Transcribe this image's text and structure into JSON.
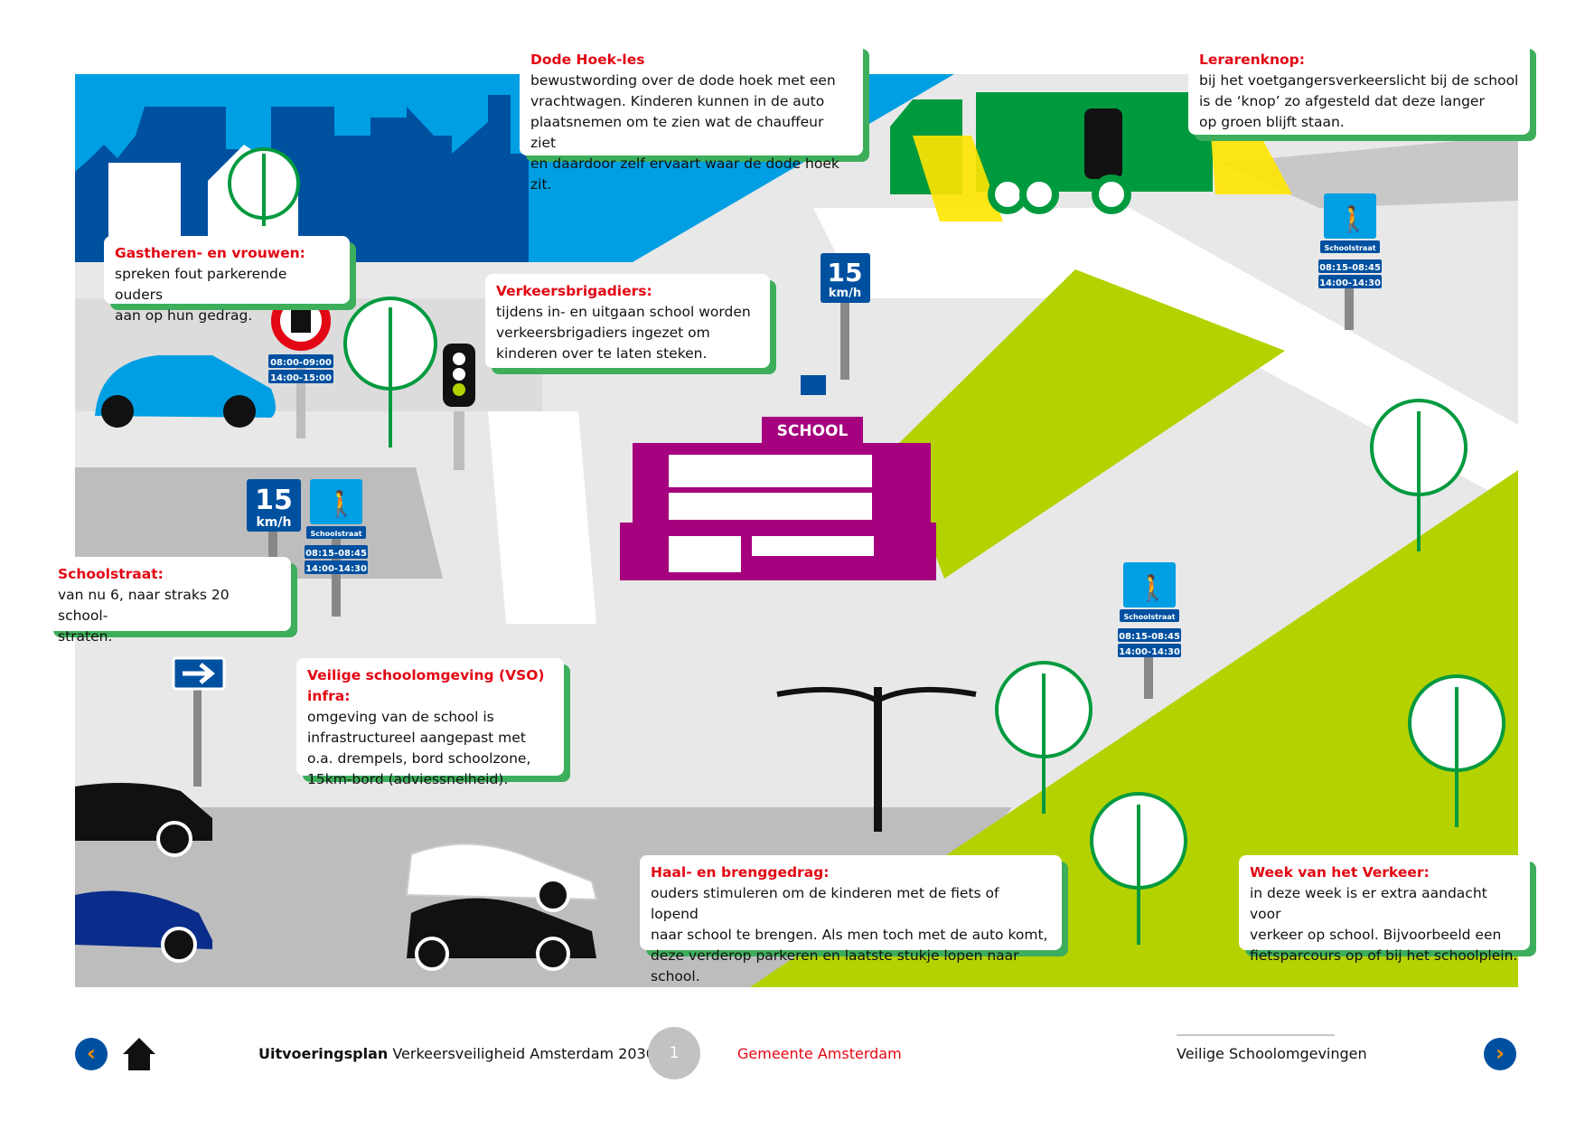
{
  "callouts": {
    "dode_hoek": {
      "title": "Dode Hoek-les",
      "text": "bewustwording over de dode hoek met een\nvrachtwagen. Kinderen kunnen in de auto\nplaatsnemen om te zien wat de chauffeur ziet\nen daardoor zelf ervaart waar de dode hoek zit."
    },
    "lerarenknop": {
      "title": "Lerarenknop:",
      "text": "bij het voetgangersverkeerslicht bij de school\nis de ‘knop’ zo afgesteld dat deze langer\nop groen blijft staan."
    },
    "gastheren": {
      "title": "Gastheren- en vrouwen:",
      "text": "spreken fout parkerende ouders\naan op hun gedrag."
    },
    "brigadiers": {
      "title": "Verkeersbrigadiers:",
      "text": "tijdens in- en uitgaan school worden\nverkeersbrigadiers ingezet om\nkinderen over te laten steken."
    },
    "schoolstraat": {
      "title": "Schoolstraat:",
      "text": "van nu 6, naar straks 20 school-\nstraten."
    },
    "vso": {
      "title": "Veilige schoolomgeving (VSO) infra:",
      "text": "omgeving van de school is\ninfrastructureel aangepast met\no.a. drempels, bord schoolzone,\n15km-bord (adviessnelheid)."
    },
    "haal": {
      "title": "Haal- en brenggedrag:",
      "text": "ouders stimuleren om de kinderen met de fiets of lopend\nnaar school te brengen. Als men toch met de auto komt,\ndeze verderop parkeren en laatste stukje lopen naar school."
    },
    "week": {
      "title": "Week van het Verkeer:",
      "text": "in deze week is er extra aandacht voor\nverkeer op school. Bijvoorbeeld een\nfietsparcours op of bij het schoolplein."
    }
  },
  "signs": {
    "speed": "15",
    "speed_unit": "km/h",
    "schoolstraat": "Schoolstraat",
    "times_a": "08:15-08:45",
    "times_b": "14:00-14:30",
    "truck_times_a": "08:00-09:00",
    "truck_times_b": "14:00-15:00",
    "school": "SCHOOL"
  },
  "footer": {
    "doc_bold": "Uitvoeringsplan",
    "doc_rest": " Verkeersveiligheid Amsterdam 2030",
    "page": "1",
    "org": "Gemeente Amsterdam",
    "section": "Veilige Schoolomgevingen",
    "prev_icon": "chevron-left-icon",
    "next_icon": "chevron-right-icon",
    "home_icon": "home-icon"
  },
  "colors": {
    "accent_red": "#e30613",
    "green": "#3dae5b",
    "blue": "#0050a0",
    "field": "#b4d200",
    "school": "#a5007e"
  }
}
